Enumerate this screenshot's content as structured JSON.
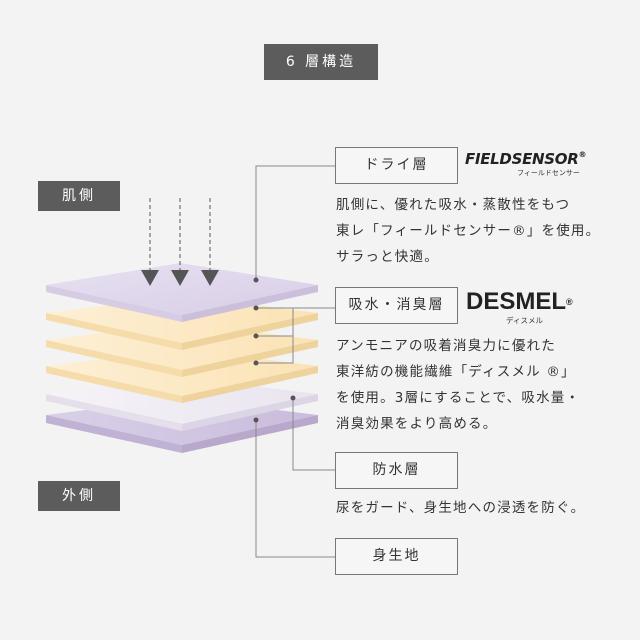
{
  "title": "6 層構造",
  "side_labels": {
    "inner": "肌側",
    "outer": "外側"
  },
  "layers": {
    "dry": {
      "label": "ドライ層",
      "logo_main": "FIELDSENSOR",
      "logo_mark": "®",
      "logo_sub": "フィールドセンサー",
      "description": [
        "肌側に、優れた吸水・蒸散性をもつ",
        "東レ「フィールドセンサー®」を使用。",
        "サラっと快適。"
      ]
    },
    "absorb": {
      "label": "吸水・消臭層",
      "logo_main": "DESMEL",
      "logo_mark": "®",
      "logo_sub": "ディスメル",
      "description": [
        "アンモニアの吸着消臭力に優れた",
        "東洋紡の機能繊維「ディスメル ®」",
        "を使用。3層にすることで、吸水量・",
        "消臭効果をより高める。"
      ]
    },
    "waterproof": {
      "label": "防水層",
      "description": [
        "尿をガード、身生地への浸透を防ぐ。"
      ]
    },
    "base": {
      "label": "身生地"
    }
  },
  "colors": {
    "background": "#f4f3f3",
    "tag": "#5c5c5c",
    "lavender": "#e3dcee",
    "cream": "#fdeac6",
    "pale_lavender": "#f0edf4",
    "purple_base": "#d2c7e2",
    "connector": "#8a8a8a"
  }
}
